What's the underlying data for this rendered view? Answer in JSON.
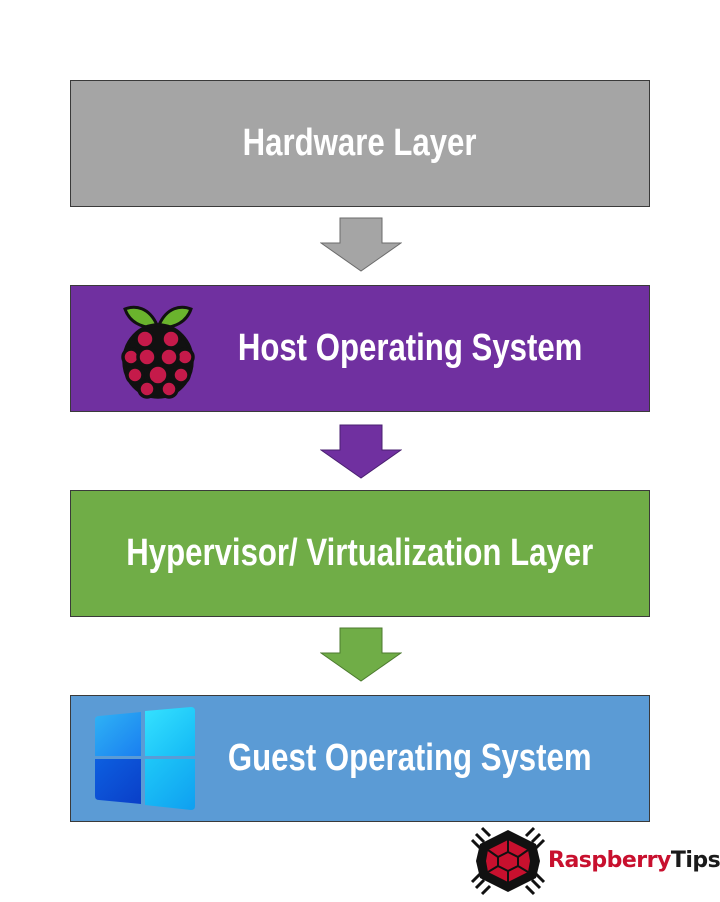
{
  "layers": [
    {
      "label": "Hardware Layer",
      "color": "#a5a5a5",
      "icon": null
    },
    {
      "label": "Host Operating System",
      "color": "#7030a0",
      "icon": "raspberry-pi-icon"
    },
    {
      "label": "Hypervisor/ Virtualization Layer",
      "color": "#70ad47",
      "icon": null
    },
    {
      "label": "Guest Operating System",
      "color": "#5b9bd5",
      "icon": "windows-icon"
    }
  ],
  "arrows": [
    {
      "color": "#a5a5a5"
    },
    {
      "color": "#7030a0"
    },
    {
      "color": "#70ad47"
    }
  ],
  "brand": {
    "part1": "Raspberry",
    "part2": "Tips",
    "color1": "#c8102e",
    "color2": "#1a1a1a"
  }
}
